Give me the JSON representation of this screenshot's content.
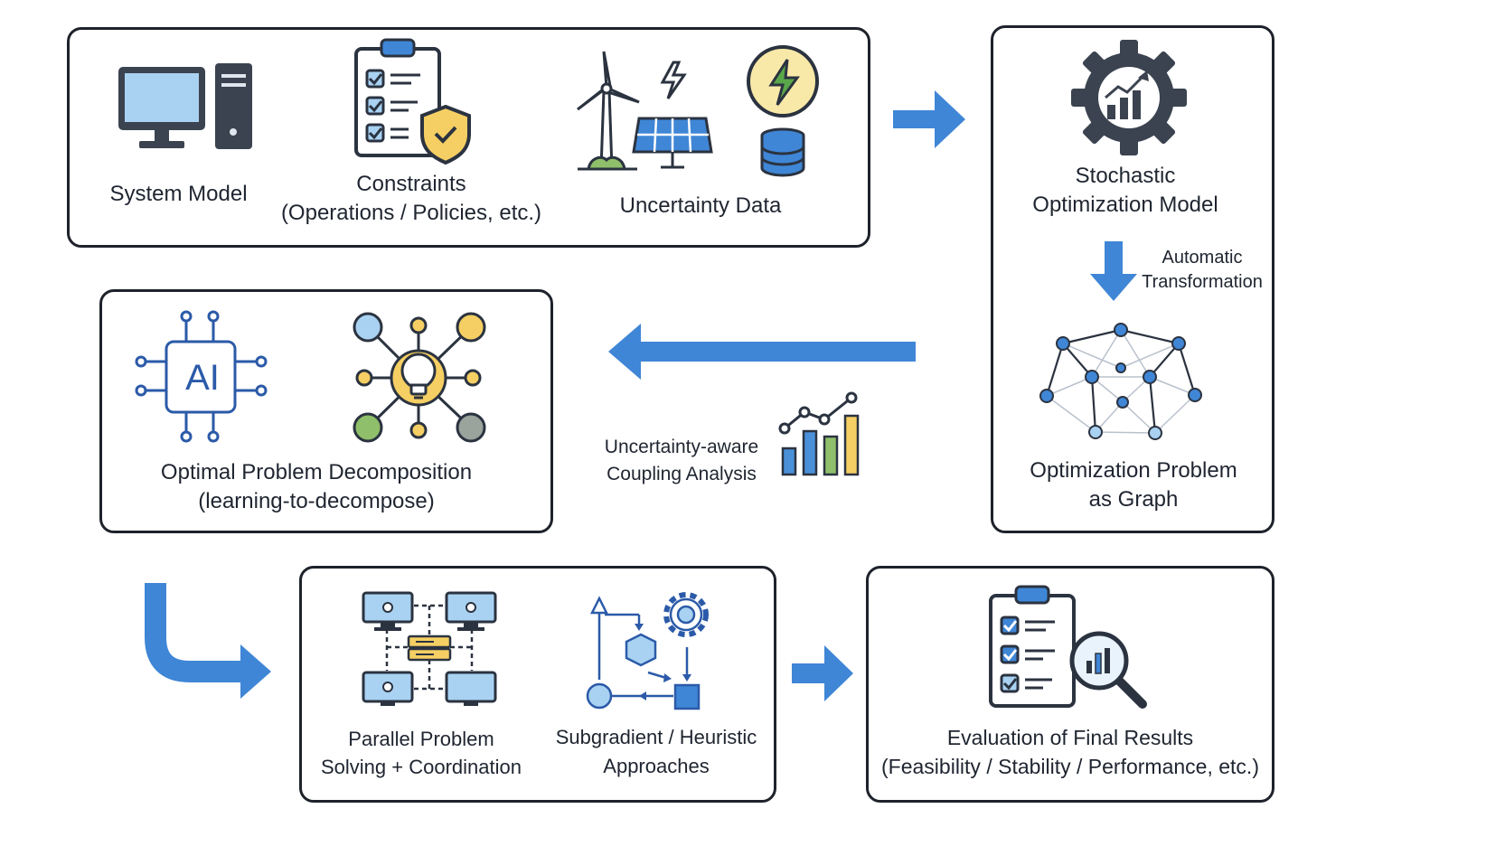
{
  "input_panel": {
    "system_model": "System Model",
    "constraints": [
      "Constraints",
      "(Operations / Policies, etc.)"
    ],
    "uncertainty_data": "Uncertainty Data"
  },
  "model_panel": {
    "stochastic_model": [
      "Stochastic",
      "Optimization Model"
    ],
    "transformation": [
      "Automatic",
      "Transformation"
    ],
    "graph": [
      "Optimization Problem",
      "as Graph"
    ]
  },
  "coupling": [
    "Uncertainty-aware",
    "Coupling Analysis"
  ],
  "decomposition_panel": {
    "ai_chip_text": "AI",
    "decomposition": [
      "Optimal Problem Decomposition",
      "(learning-to-decompose)"
    ]
  },
  "solving_panel": {
    "parallel": [
      "Parallel Problem",
      "Solving + Coordination"
    ],
    "subgradient": [
      "Subgradient / Heuristic",
      "Approaches"
    ]
  },
  "evaluation_panel": {
    "evaluation": [
      "Evaluation of Final Results",
      "(Feasibility / Stability / Performance, etc.)"
    ]
  },
  "colors": {
    "arrow_blue": "#3f86d6",
    "icon_navy": "#2b4c7e",
    "dark_gray": "#3b4350",
    "accent_yellow": "#f5cf63",
    "accent_green": "#8fbf6a",
    "light_blue": "#a9d2f2",
    "chart_blue": "#4a90d9"
  }
}
